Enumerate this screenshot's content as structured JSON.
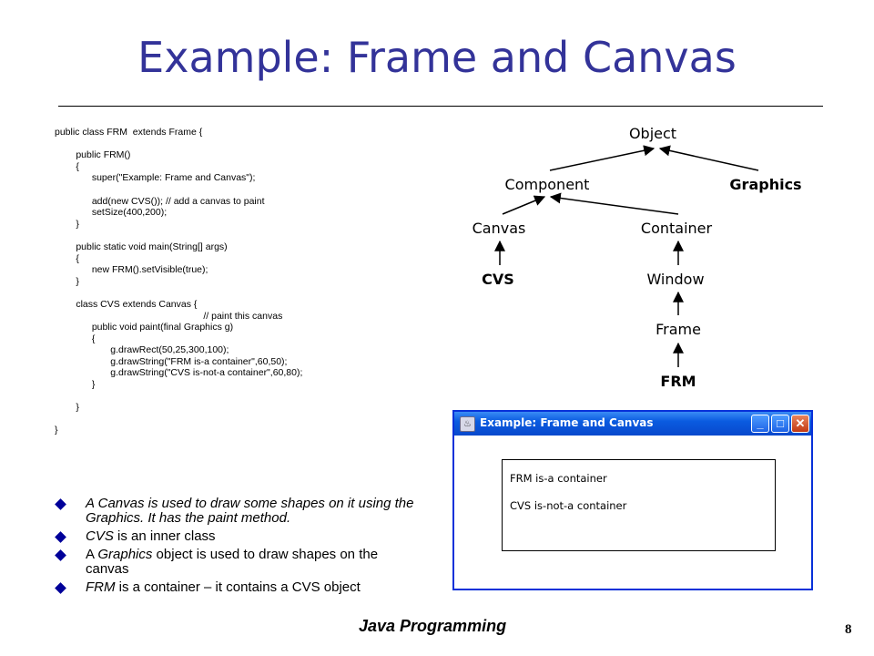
{
  "slide": {
    "title": "Example: Frame and Canvas",
    "footer": "Java Programming",
    "page_number": "8"
  },
  "code_lines": [
    "public class FRM  extends Frame {",
    "",
    "        public FRM()",
    "        {",
    "              super(\"Example: Frame and Canvas\");",
    "",
    "              add(new CVS()); // add a canvas to paint",
    "              setSize(400,200);",
    "        }",
    "",
    "        public static void main(String[] args)",
    "        {",
    "              new FRM().setVisible(true);",
    "        }",
    "",
    "        class CVS extends Canvas {",
    "                                                        // paint this canvas",
    "              public void paint(final Graphics g)",
    "              {",
    "                     g.drawRect(50,25,300,100);",
    "                     g.drawString(\"FRM is-a container\",60,50);",
    "                     g.drawString(\"CVS is-not-a container\",60,80);",
    "              }",
    "",
    "        }",
    "",
    "}"
  ],
  "bullets": [
    {
      "parts": [
        {
          "t": "A Canvas is used to draw some shapes on it using the Graphics. It has the paint method.",
          "i": true
        }
      ]
    },
    {
      "parts": [
        {
          "t": "CVS",
          "i": true
        },
        {
          "t": " is an inner class",
          "i": false
        }
      ]
    },
    {
      "parts": [
        {
          "t": "A ",
          "i": false
        },
        {
          "t": "Graphics",
          "i": true
        },
        {
          "t": " object is used to draw shapes on the canvas",
          "i": false
        }
      ]
    },
    {
      "parts": [
        {
          "t": "FRM",
          "i": true
        },
        {
          "t": " is a container – it contains a CVS object",
          "i": false
        }
      ]
    }
  ],
  "hierarchy": {
    "object": "Object",
    "component": "Component",
    "graphics": "Graphics",
    "canvas": "Canvas",
    "container": "Container",
    "cvs": "CVS",
    "window": "Window",
    "frame": "Frame",
    "frm": "FRM"
  },
  "window": {
    "title": "Example: Frame and Canvas",
    "line1": "FRM is-a container",
    "line2": "CVS is-not-a container",
    "minimize_label": "_",
    "maximize_label": "□",
    "close_label": "✕"
  }
}
